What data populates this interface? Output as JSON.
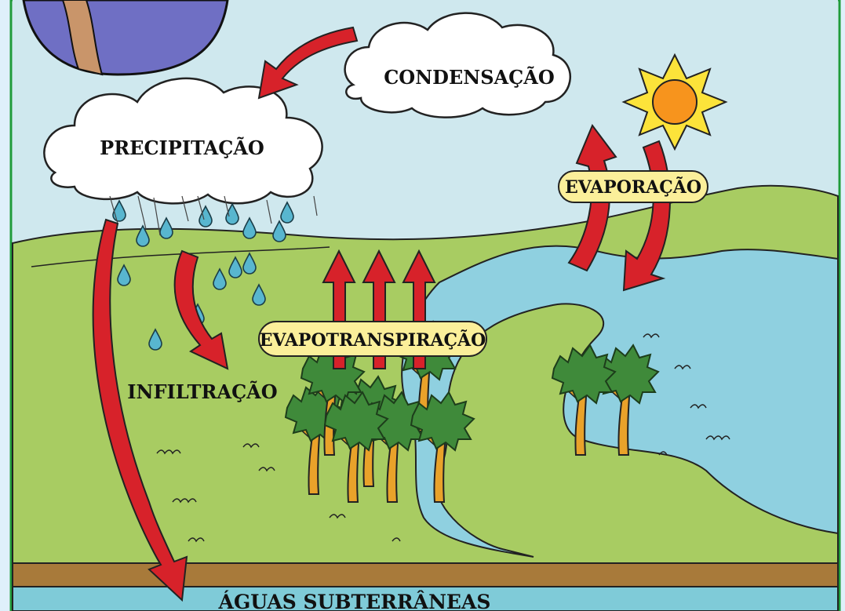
{
  "labels": {
    "condensation": "CONDENSAÇÃO",
    "precipitation": "PRECIPITAÇÃO",
    "evaporation": "EVAPORAÇÃO",
    "evapotranspiration": "EVAPOTRANSPIRAÇÃO",
    "infiltration": "INFILTRAÇÃO",
    "groundwater": "ÁGUAS SUBTERRÂNEAS"
  },
  "colors": {
    "sky": "#cfe8ee",
    "grass": "#a8cc62",
    "water": "#8fd0e0",
    "soil": "#a87a3a",
    "groundwater": "#7fcbd8",
    "arrow": "#d7222a",
    "label_badge": "#fbef9a",
    "sun_core": "#f7941d",
    "sun_rays": "#fce33a",
    "tree_canopy": "#3f8a3a",
    "tree_trunk": "#e9a22a",
    "drop": "#58b6cf",
    "border": "#1f9b3a"
  },
  "icons": [
    "sun-icon",
    "cloud-icon",
    "raindrop-icon",
    "tree-icon",
    "arrow-icon",
    "globe-icon"
  ]
}
